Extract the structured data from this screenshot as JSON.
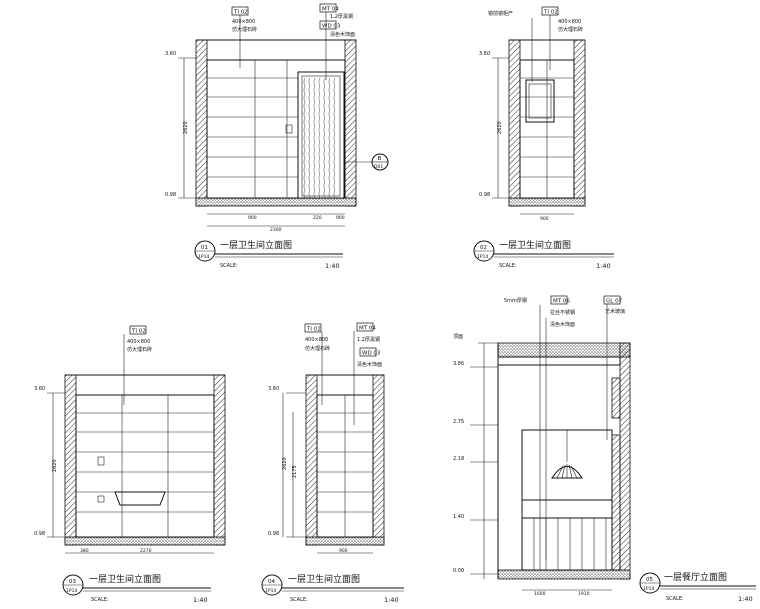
{
  "scale_label": "SCALE:",
  "scale_value": "1:40",
  "door_grain_color": "#444444",
  "drawings": {
    "d1": {
      "num": "01",
      "sheet": "1P14",
      "title": "一层卫生间立面图",
      "tags": {
        "t1": "TI 02",
        "t2": "MT 04",
        "t3": "WD 03"
      },
      "notes": {
        "n1": "400×800",
        "n2": "仿大理石砖",
        "n3": "1.2厚黑钢",
        "n4": "清色木饰面"
      },
      "levels": {
        "top": "3.60",
        "bottom": "0.98"
      },
      "vdim": "2620",
      "hdims": {
        "a": "900",
        "b": "220",
        "c": "900",
        "total": "2300"
      },
      "section": {
        "top": "B",
        "bottom": "D01"
      }
    },
    "d2": {
      "num": "02",
      "sheet": "1P14",
      "title": "一层卫生间立面图",
      "tags": {
        "t1": "TI 02"
      },
      "notes": {
        "n1": "400×800",
        "n2": "仿大理石砖",
        "n3": "镜前镜柜产"
      },
      "levels": {
        "top": "3.60",
        "bottom": "0.98"
      },
      "vdim": "2620",
      "hdims": {
        "a": "900"
      }
    },
    "d3": {
      "num": "03",
      "sheet": "1P14",
      "title": "一层卫生间立面图",
      "tags": {
        "t1": "TI 02"
      },
      "notes": {
        "n1": "400×800",
        "n2": "仿大理石砖"
      },
      "levels": {
        "top": "3.60",
        "bottom": "0.98"
      },
      "vdim": "2620",
      "hdims": {
        "a": "380",
        "b": "2270"
      }
    },
    "d4": {
      "num": "04",
      "sheet": "1P14",
      "title": "一层卫生间立面图",
      "tags": {
        "t1": "TI 02",
        "t2": "MT 04",
        "t3": "WD 03"
      },
      "notes": {
        "n1": "400×800",
        "n2": "仿大理石砖",
        "n3": "1.2厚黑钢",
        "n4": "清色木饰面"
      },
      "levels": {
        "top": "3.60",
        "bottom": "0.98"
      },
      "vdim": "2620",
      "vdim2": "2175",
      "hdims": {
        "a": "900"
      }
    },
    "d5": {
      "num": "05",
      "sheet": "1P14",
      "title": "一层餐厅立面图",
      "tags": {
        "t1": "MT 06",
        "t2": "GL 07"
      },
      "notes": {
        "n1": "5mm厚钢",
        "n2": "拉丝不锈钢",
        "n3": "清色木饰面",
        "n4": "艺术玻璃"
      },
      "levels": {
        "top": "3.86",
        "l2": "2.75",
        "l3": "2.18",
        "l4": "1.40",
        "bottom": "0.00",
        "topnote": "顶面"
      },
      "hdims": {
        "a": "1600",
        "b": "1910"
      }
    }
  }
}
